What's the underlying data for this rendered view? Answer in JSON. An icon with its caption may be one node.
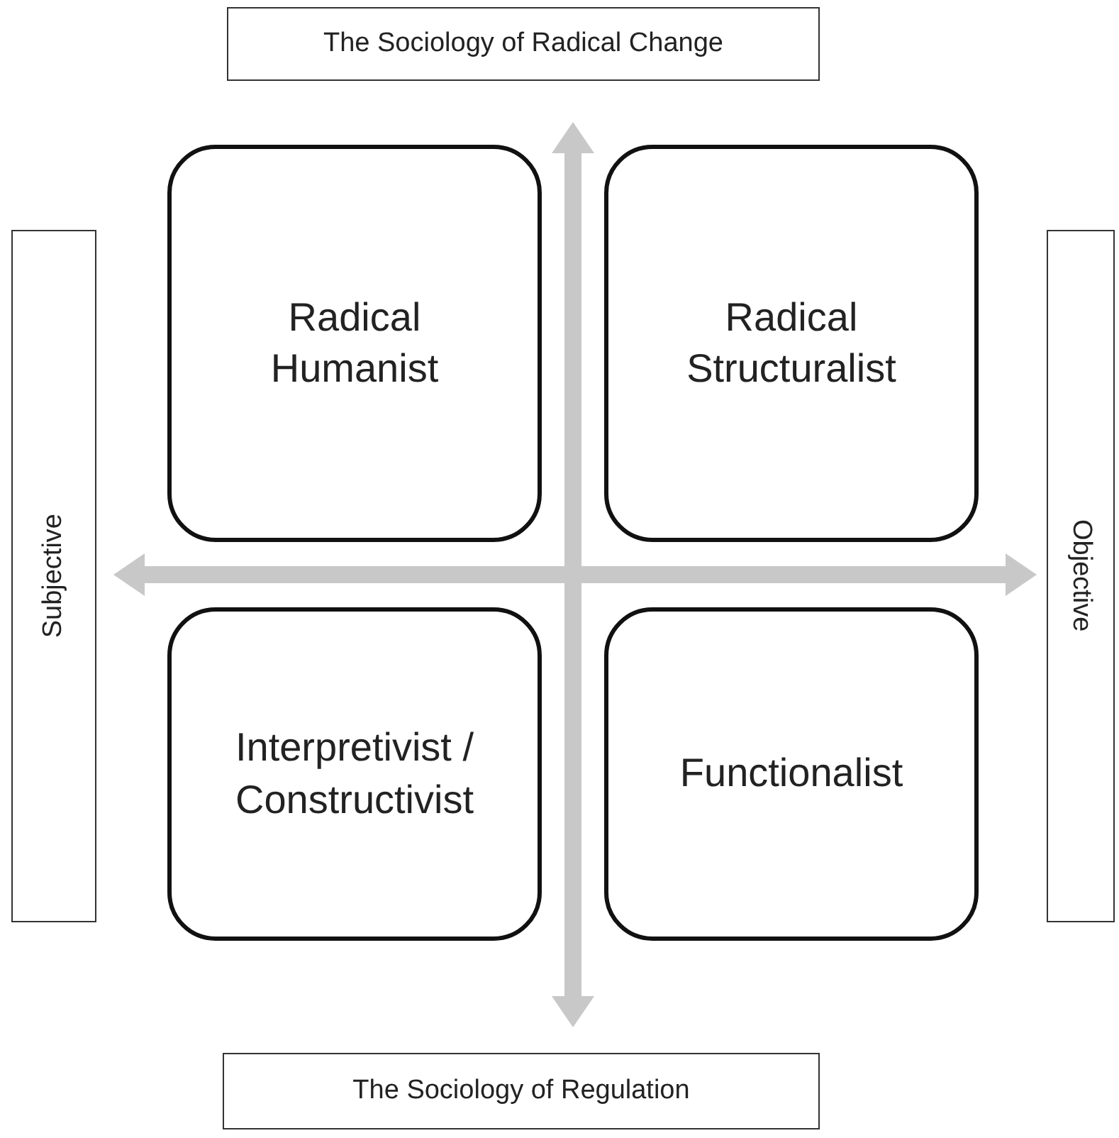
{
  "diagram": {
    "nodes": [
      {
        "text": [
          "The Sociology of Radical Change"
        ]
      },
      {
        "text": [
          "Subjective"
        ]
      },
      {
        "text": [
          "Radical Humanist"
        ]
      },
      {
        "text": [
          "Radical Structuralist"
        ]
      },
      {
        "text": [
          "Objective"
        ]
      },
      {
        "text": [
          "Interpretivist / Constructivist"
        ]
      },
      {
        "text": [
          "Functionalist"
        ]
      },
      {
        "text": [
          "The Sociology of Regulation"
        ]
      }
    ]
  }
}
